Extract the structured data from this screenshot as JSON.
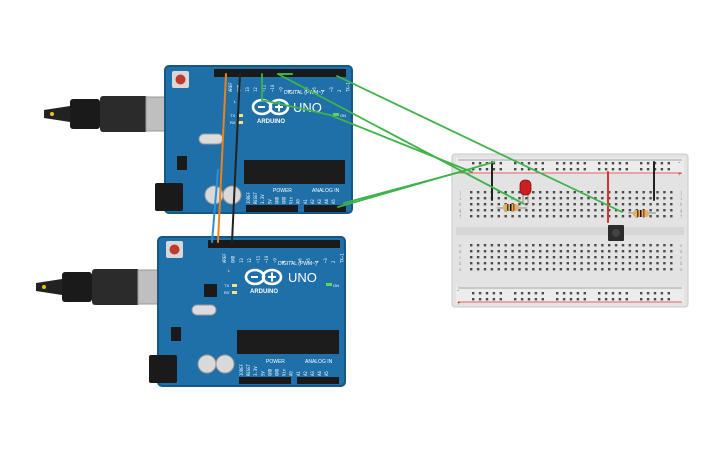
{
  "boards": [
    {
      "brand": "ARDUINO",
      "model": "UNO",
      "digital_header": "DIGITAL (PWM~)",
      "power_header": "POWER",
      "analog_header": "ANALOG IN",
      "aref": "AREF",
      "gnd": "GND",
      "led_l": "L",
      "led_tx": "TX",
      "led_rx": "RX",
      "on": "ON",
      "digital_pins": [
        "13",
        "12",
        "~11",
        "~10",
        "~9",
        "8",
        "7",
        "~6",
        "~5",
        "4",
        "~3",
        "2",
        "TX→1",
        "RX←0"
      ],
      "power_pins": [
        "IOREF",
        "RESET",
        "3.3V",
        "5V",
        "GND",
        "GND",
        "Vin"
      ],
      "analog_pins": [
        "A0",
        "A1",
        "A2",
        "A3",
        "A4",
        "A5"
      ]
    },
    {
      "brand": "ARDUINO",
      "model": "UNO",
      "digital_header": "DIGITAL (PWM~)",
      "power_header": "POWER",
      "analog_header": "ANALOG IN",
      "aref": "AREF",
      "gnd": "GND",
      "led_l": "L",
      "led_tx": "TX",
      "led_rx": "RX",
      "on": "ON",
      "digital_pins": [
        "13",
        "12",
        "~11",
        "~10",
        "~9",
        "8",
        "7",
        "~6",
        "~5",
        "4",
        "~3",
        "2",
        "TX→1",
        "RX←0"
      ],
      "power_pins": [
        "IOREF",
        "RESET",
        "3.3V",
        "5V",
        "GND",
        "GND",
        "Vin"
      ],
      "analog_pins": [
        "A0",
        "A1",
        "A2",
        "A3",
        "A4",
        "A5"
      ]
    }
  ],
  "breadboard": {
    "row_letters_top": [
      "j",
      "i",
      "h",
      "g",
      "f"
    ],
    "row_letters_bottom": [
      "e",
      "d",
      "c",
      "b",
      "a"
    ],
    "rail_plus": "+",
    "rail_minus": "-",
    "column_numbers": [
      "1",
      "5",
      "10",
      "15",
      "20",
      "25",
      "30"
    ]
  },
  "colors": {
    "board_blue": "#1f6fa8",
    "board_edge": "#165885",
    "breadboard": "#e8e8e8",
    "wire_green": "#3fb34a",
    "wire_orange": "#e8841c",
    "wire_black": "#222222",
    "wire_blue": "#2d8fd5",
    "led_red": "#cc1f1f",
    "rail_red": "#d93030"
  },
  "components": {
    "led": "led-red",
    "resistor_1": "resistor",
    "resistor_2": "resistor",
    "pushbutton": "pushbutton"
  }
}
